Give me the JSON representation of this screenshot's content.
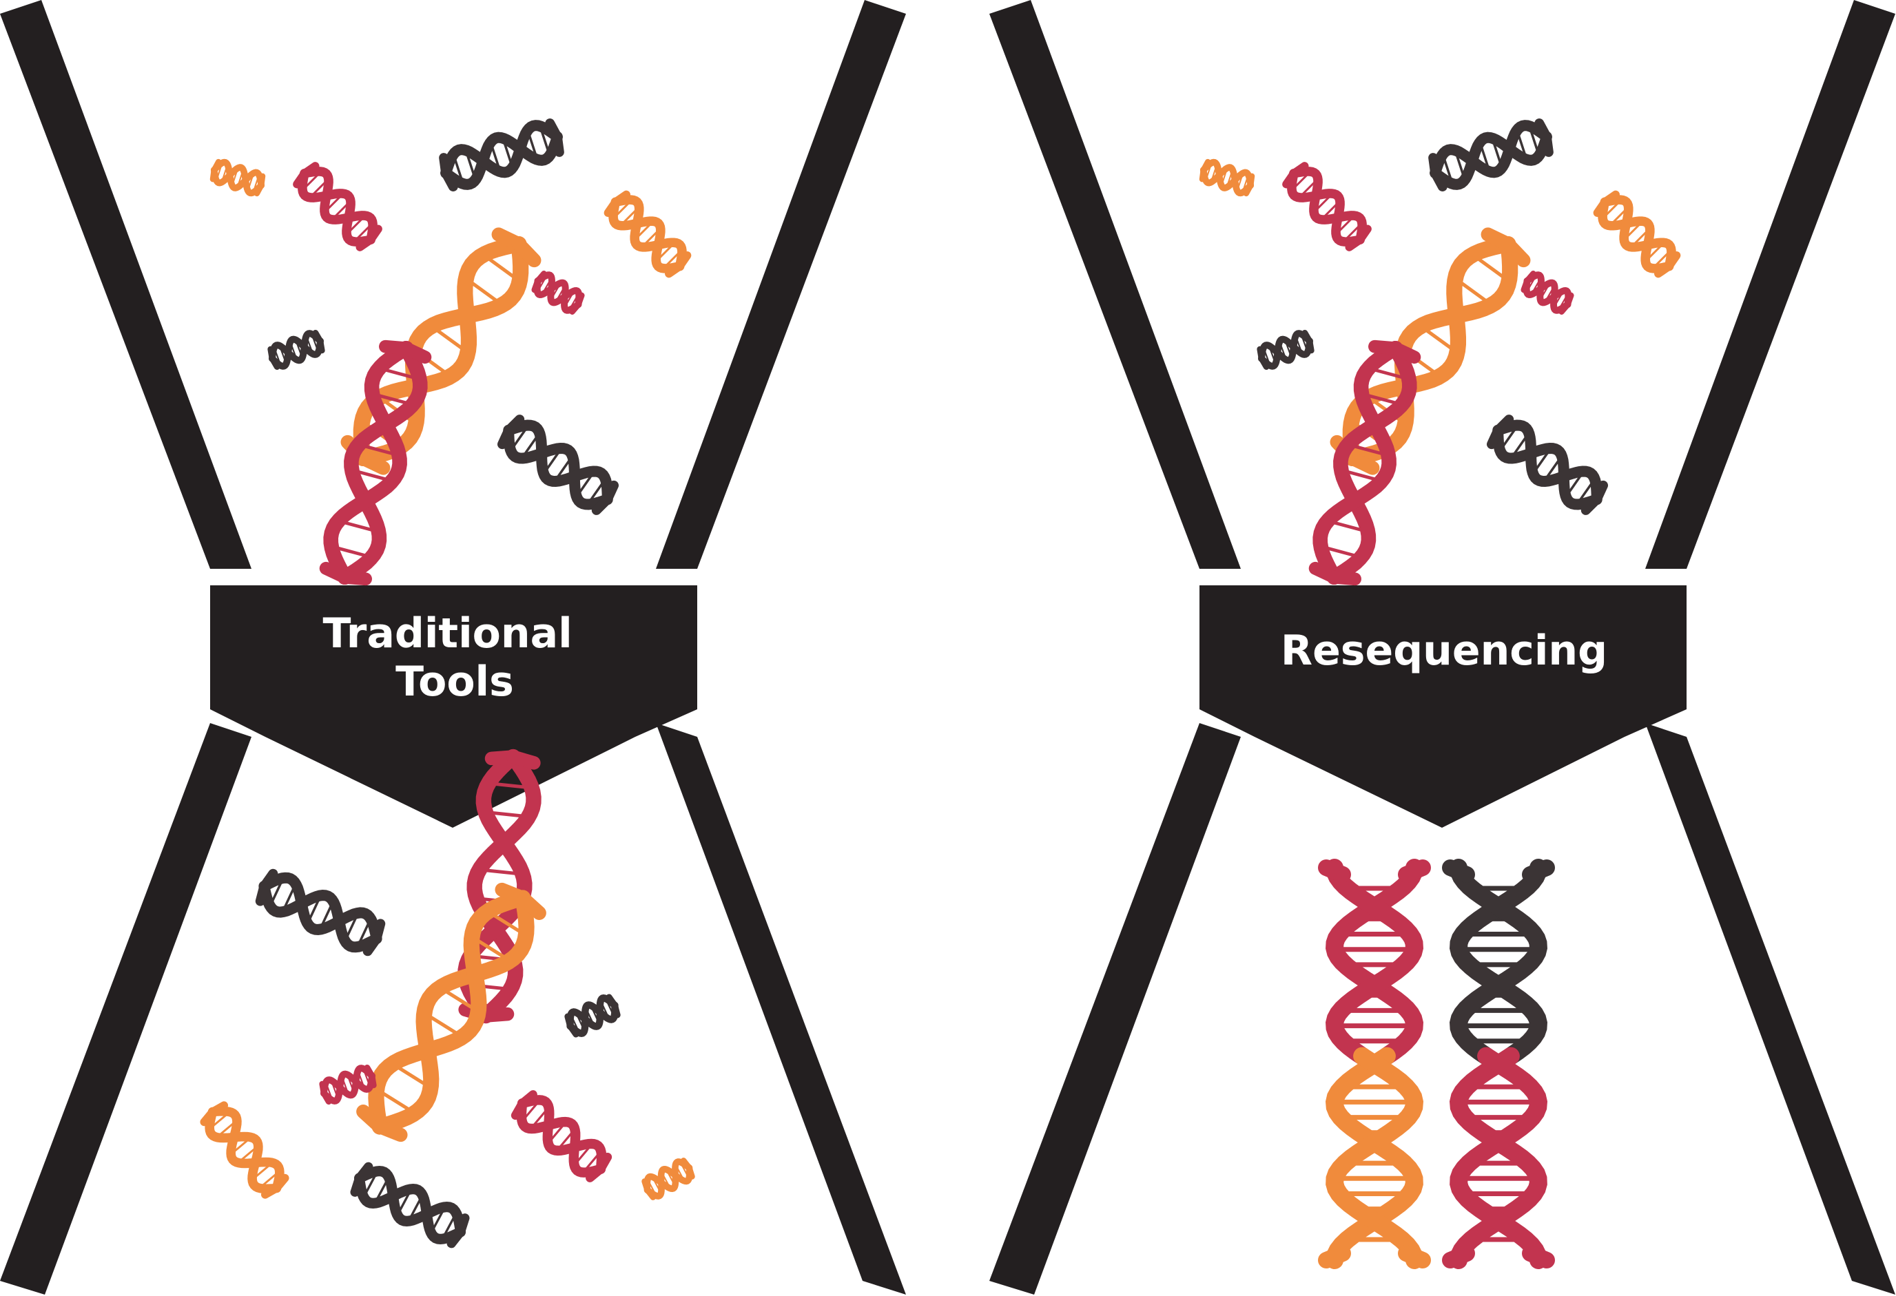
{
  "colors": {
    "frame": "#231f20",
    "orange": "#f08b3c",
    "crimson": "#c2344f",
    "charcoal": "#3b3435",
    "background": "#ffffff"
  },
  "panels": [
    {
      "id": "traditional",
      "label_lines": [
        "Traditional",
        "Tools"
      ],
      "input_helices": [
        {
          "color": "orange"
        },
        {
          "color": "crimson"
        },
        {
          "color": "charcoal"
        },
        {
          "color": "crimson"
        },
        {
          "color": "orange"
        },
        {
          "color": "charcoal"
        },
        {
          "color": "orange"
        },
        {
          "color": "crimson"
        },
        {
          "color": "charcoal"
        }
      ],
      "output_helices": [
        {
          "color": "charcoal"
        },
        {
          "color": "crimson"
        },
        {
          "color": "orange"
        },
        {
          "color": "charcoal"
        },
        {
          "color": "crimson"
        },
        {
          "color": "orange"
        },
        {
          "color": "crimson"
        },
        {
          "color": "orange"
        },
        {
          "color": "charcoal"
        }
      ]
    },
    {
      "id": "resequencing",
      "label_lines": [
        "Resequencing"
      ],
      "input_helices": [
        {
          "color": "orange"
        },
        {
          "color": "crimson"
        },
        {
          "color": "charcoal"
        },
        {
          "color": "crimson"
        },
        {
          "color": "orange"
        },
        {
          "color": "charcoal"
        },
        {
          "color": "orange"
        },
        {
          "color": "crimson"
        },
        {
          "color": "charcoal"
        }
      ],
      "assembled_strands": [
        {
          "top_color": "crimson",
          "bottom_color": "orange"
        },
        {
          "top_color": "charcoal",
          "bottom_color": "crimson"
        }
      ]
    }
  ]
}
